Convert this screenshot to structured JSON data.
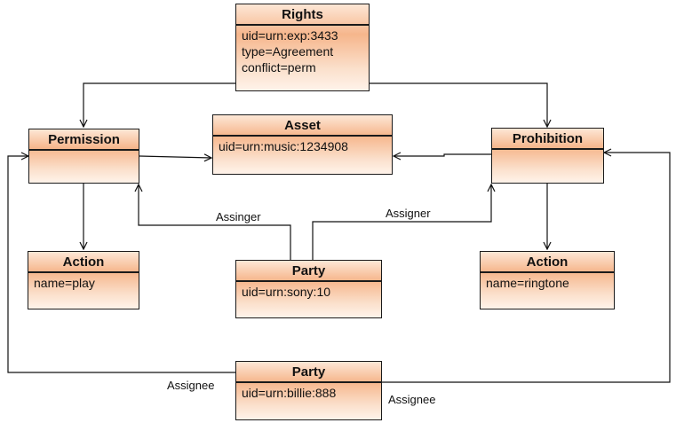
{
  "rights": {
    "title": "Rights",
    "attrs": [
      "uid=urn:exp:3433",
      "type=Agreement",
      "conflict=perm"
    ]
  },
  "permission": {
    "title": "Permission"
  },
  "asset": {
    "title": "Asset",
    "attrs": [
      "uid=urn:music:1234908"
    ]
  },
  "prohibition": {
    "title": "Prohibition"
  },
  "action_play": {
    "title": "Action",
    "attrs": [
      "name=play"
    ]
  },
  "party_sony": {
    "title": "Party",
    "attrs": [
      "uid=urn:sony:10"
    ]
  },
  "action_ringtone": {
    "title": "Action",
    "attrs": [
      "name=ringtone"
    ]
  },
  "party_billie": {
    "title": "Party",
    "attrs": [
      "uid=urn:billie:888"
    ]
  },
  "labels": {
    "assigner": "Assinger",
    "assigner2": "Assigner",
    "assignee": "Assignee"
  }
}
